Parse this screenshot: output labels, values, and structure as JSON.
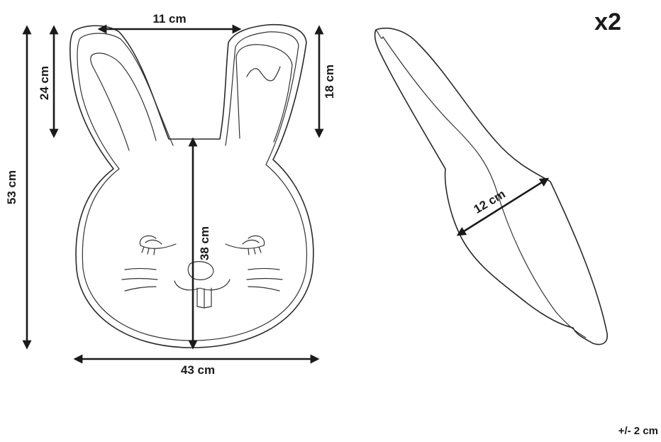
{
  "quantity_label": "x2",
  "tolerance_label": "+/- 2 cm",
  "dimensions": {
    "ear_gap": "11 cm",
    "ear_height_left": "24 cm",
    "ear_height_right": "18 cm",
    "total_height": "53 cm",
    "head_height": "38 cm",
    "total_width": "43 cm",
    "thickness": "12 cm"
  },
  "colors": {
    "line": "#2a2a2a",
    "background": "#ffffff"
  }
}
